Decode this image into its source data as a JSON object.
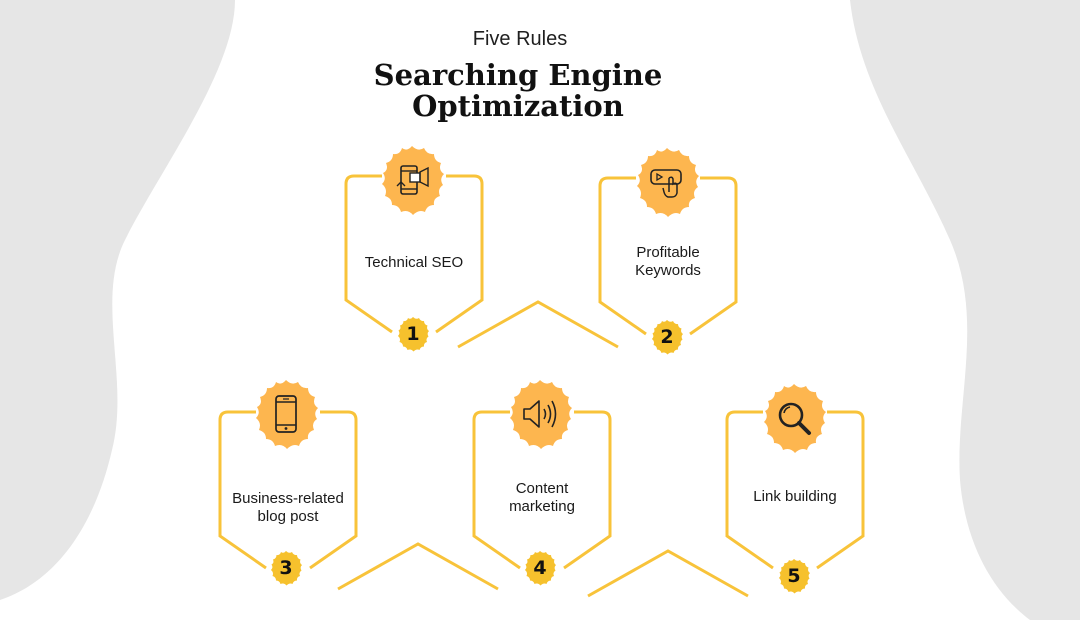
{
  "header": {
    "subtitle": "Five Rules",
    "title_line1": "Searching Engine",
    "title_line2": "Optimization"
  },
  "colors": {
    "frame": "#F8C33A",
    "badge": "#FDB64F",
    "number_badge": "#F6C12D",
    "background_shape": "#E6E6E6"
  },
  "steps": [
    {
      "number": "1",
      "label": "Technical SEO",
      "icon": "mobile-marketing-icon"
    },
    {
      "number": "2",
      "label_line1": "Profitable",
      "label_line2": "Keywords",
      "icon": "click-button-icon"
    },
    {
      "number": "3",
      "label_line1": "Business-related",
      "label_line2": "blog post",
      "icon": "smartphone-icon"
    },
    {
      "number": "4",
      "label_line1": "Content",
      "label_line2": "marketing",
      "icon": "speaker-icon"
    },
    {
      "number": "5",
      "label": "Link building",
      "icon": "magnifier-icon"
    }
  ]
}
